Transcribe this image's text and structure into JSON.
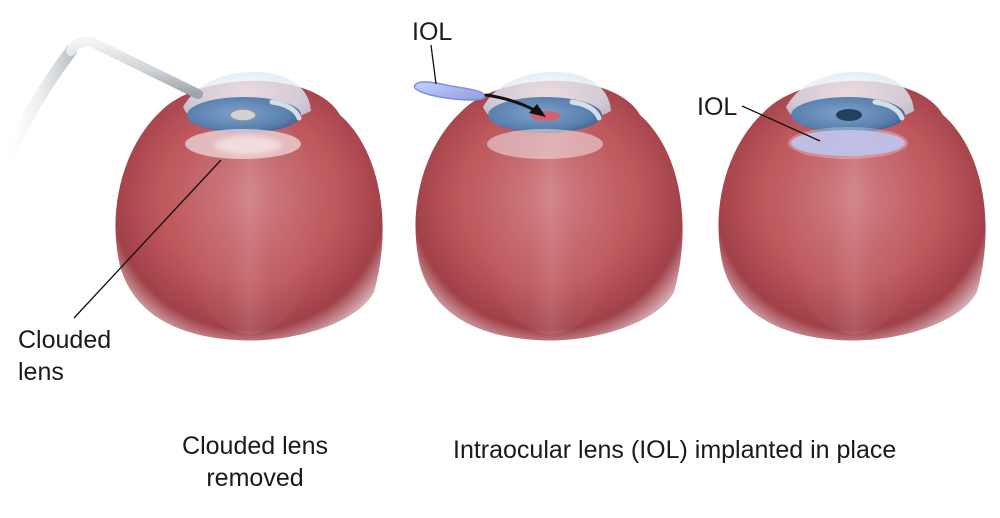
{
  "labels": {
    "clouded_lens": [
      "Clouded",
      "lens"
    ],
    "iol_top": "IOL",
    "iol_right": "IOL"
  },
  "captions": {
    "left": [
      "Clouded lens",
      "removed"
    ],
    "right": "Intraocular lens (IOL) implanted in place"
  },
  "colors": {
    "eye_red": "#b84a4f",
    "eye_edge": "#8f2e35",
    "cornea": "#dce6f2",
    "iris": "#5b86b6",
    "lens_blue": "#a7b4e8",
    "label_line": "#111111"
  }
}
